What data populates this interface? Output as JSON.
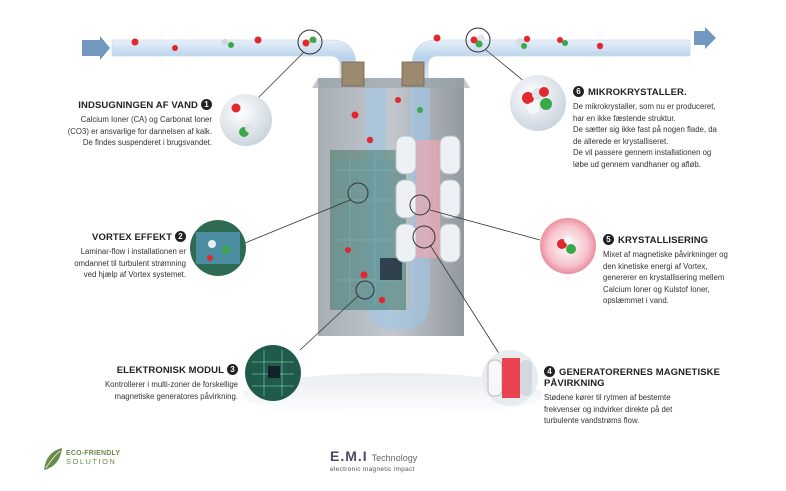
{
  "labels": [
    {
      "num": "1",
      "title": "INDSUGNINGEN AF VAND",
      "lines": [
        "Calcium Ioner (CA) og Carbonat Ioner",
        "(CO3) er ansvarlige for dannelsen af kalk.",
        "De findes suspenderet i brugsvandet."
      ]
    },
    {
      "num": "2",
      "title": "VORTEX EFFEKT",
      "lines": [
        "Laminar-flow i installationen er",
        "omdannet til turbulent strømning",
        "ved hjælp af Vortex systemet."
      ]
    },
    {
      "num": "3",
      "title": "ELEKTRONISK MODUL",
      "lines": [
        "Kontrollerer i multi-zoner de forskellige",
        "magnetiske generatores påvirkning."
      ]
    },
    {
      "num": "4",
      "title": "GENERATORERNES MAGNETISKE PÅVIRKNING",
      "lines": [
        "Stødene kører til rytmen af bestemte",
        "frekvenser og indvirker direkte på det",
        "turbulente vandstrøms flow."
      ]
    },
    {
      "num": "5",
      "title": "KRYSTALLISERING",
      "lines": [
        "Mixet af magnetiske påvirkninger og",
        "den kinetiske energi af Vortex,",
        "genererer en krystallisering mellem",
        "Calcium Ioner og Kulstof Ioner,",
        "opslæmmet i vand."
      ]
    },
    {
      "num": "6",
      "title": "MIKROKRYSTALLER.",
      "lines": [
        "De mikrokrystaller, som nu er produceret,",
        "har en ikke fæstende struktur.",
        "De sætter sig ikke fast på nogen flade, da",
        "de allerede er krystalliseret.",
        "De vil passere gennem installationen og",
        "løbe ud gennem vandhaner og afløb."
      ]
    }
  ],
  "footer": {
    "eco_line1": "ECO-FRIENDLY",
    "eco_line2": "SOLUTION",
    "brand": "E.M.I",
    "brand_suffix": "Technology",
    "brand_sub": "electronic magnetic impact"
  },
  "colors": {
    "pipe": "#b9d3ea",
    "arrow": "#5b86b4",
    "ion_red": "#e0282e",
    "ion_green": "#3aa84a",
    "device": "#7b8590",
    "glow": "#f2a6b4"
  },
  "icons": [
    "leaf-icon",
    "arrow-right-icon"
  ]
}
